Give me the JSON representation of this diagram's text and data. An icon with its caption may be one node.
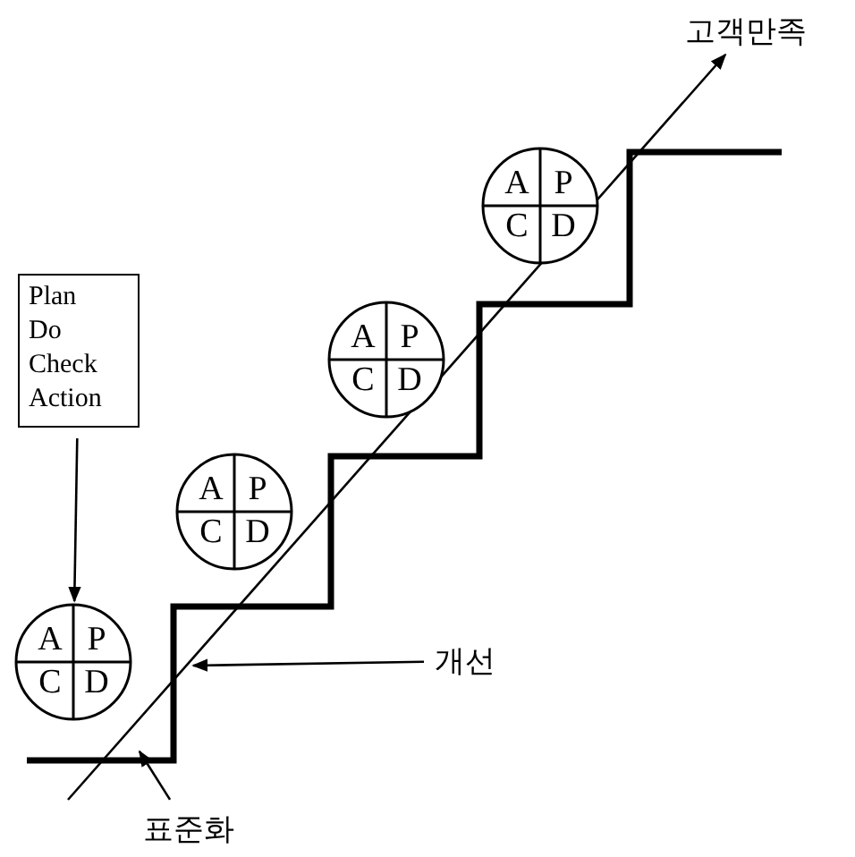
{
  "diagram": {
    "nodes": [
      {
        "text": [
          "Plan Do Check Action"
        ]
      },
      {
        "text": [
          "A",
          "P",
          "C",
          "D"
        ]
      },
      {
        "text": [
          "A",
          "P",
          "C",
          "D"
        ]
      },
      {
        "text": [
          "A",
          "P",
          "C",
          "D"
        ]
      },
      {
        "text": [
          "A",
          "P",
          "C",
          "D"
        ]
      },
      {
        "text": [
          "고객만족"
        ]
      },
      {
        "text": [
          "개선"
        ]
      },
      {
        "text": [
          "표준화"
        ]
      }
    ],
    "edges": [
      {
        "from": 0,
        "to": 1,
        "arrow": "to"
      },
      {
        "from": null,
        "to": 5,
        "arrow": "to"
      },
      {
        "from": 6,
        "to": null,
        "arrow": "to"
      },
      {
        "from": 7,
        "to": null,
        "arrow": "to"
      }
    ]
  }
}
